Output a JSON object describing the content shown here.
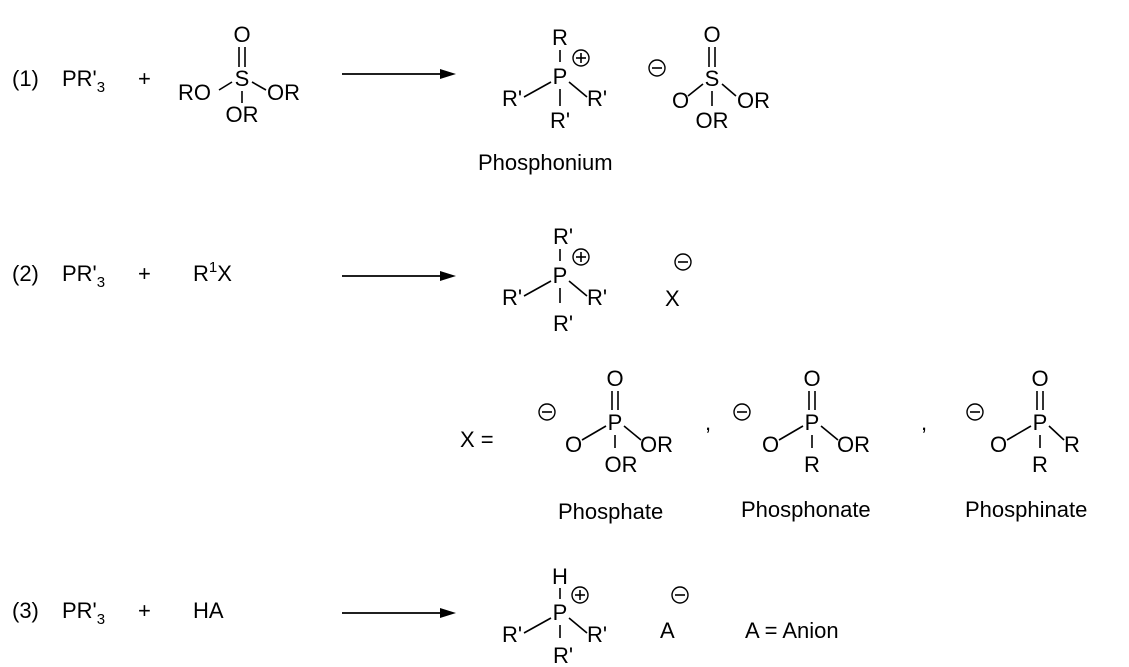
{
  "reactions": [
    {
      "number": "(1)",
      "reagent1": {
        "main": "PR'",
        "sub": "3"
      },
      "plus": "+",
      "reagent2": {
        "left": "RO",
        "center": "S",
        "right": "OR",
        "top": "O",
        "bottom": "OR"
      },
      "product": {
        "cation": {
          "center": "P",
          "top": "R",
          "left": "R'",
          "right": "R'",
          "bottom": "R'"
        },
        "anion": {
          "center": "S",
          "top": "O",
          "left": "O",
          "right": "OR",
          "bottom": "OR"
        },
        "label": "Phosphonium"
      }
    },
    {
      "number": "(2)",
      "reagent1": {
        "main": "PR'",
        "sub": "3"
      },
      "plus": "+",
      "reagent2": {
        "main": "R",
        "sup": "1",
        "tail": "X"
      },
      "product": {
        "cation": {
          "center": "P",
          "top": "R'",
          "left": "R'",
          "right": "R'",
          "bottom": "R'"
        },
        "anion": {
          "label": "X"
        }
      },
      "x_definition": {
        "prefix": "X =",
        "separator": ",",
        "options": [
          {
            "center": "P",
            "top": "O",
            "left": "O",
            "right": "OR",
            "bottom": "OR",
            "label": "Phosphate"
          },
          {
            "center": "P",
            "top": "O",
            "left": "O",
            "right": "OR",
            "bottom": "R",
            "label": "Phosphonate"
          },
          {
            "center": "P",
            "top": "O",
            "left": "O",
            "right": "R",
            "bottom": "R",
            "label": "Phosphinate"
          }
        ]
      }
    },
    {
      "number": "(3)",
      "reagent1": {
        "main": "PR'",
        "sub": "3"
      },
      "plus": "+",
      "reagent2": {
        "main": "HA"
      },
      "product": {
        "cation": {
          "center": "P",
          "top": "H",
          "left": "R'",
          "right": "R'",
          "bottom": "R'"
        },
        "anion": {
          "label": "A"
        },
        "note": "A = Anion"
      }
    }
  ],
  "symbols": {
    "positive": "+",
    "negative": "−"
  }
}
